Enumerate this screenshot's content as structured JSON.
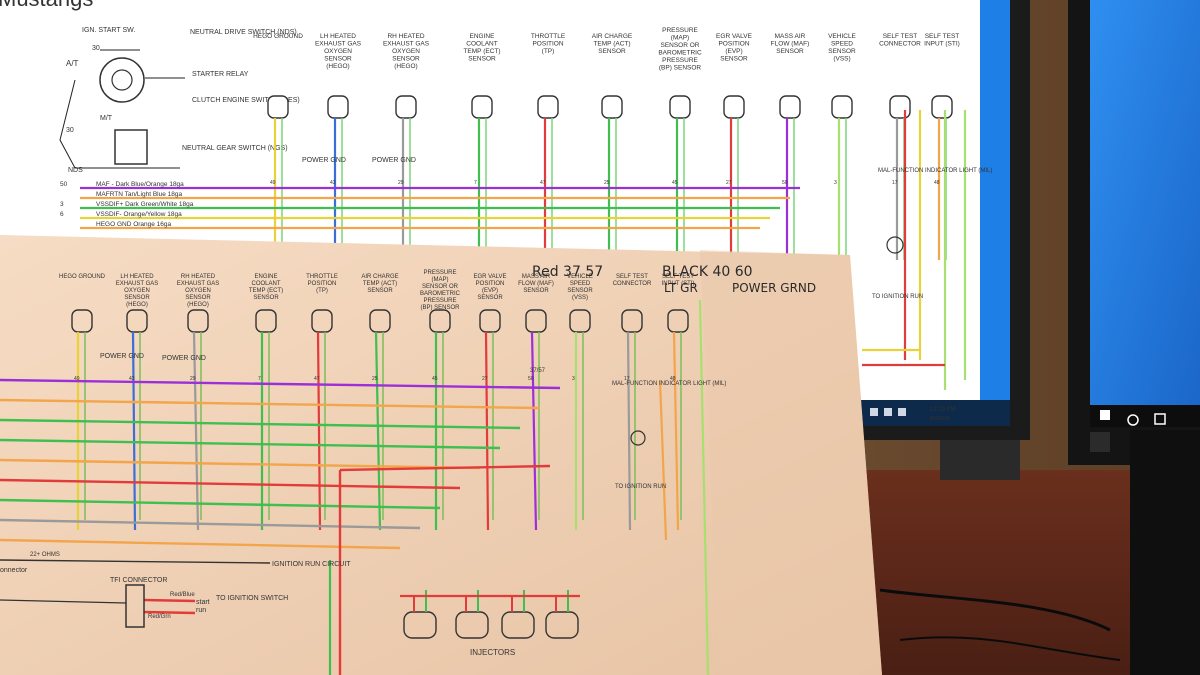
{
  "screen_title": "Mustangs",
  "switch_labels": {
    "ign_start": "IGN. START SW.",
    "neutral_drive": "NEUTRAL DRIVE SWITCH (NDS)",
    "starter_relay": "STARTER RELAY",
    "clutch": "CLUTCH ENGINE SWITCH (CES)",
    "neutral_gear": "NEUTRAL GEAR SWITCH (NGS)",
    "at": "A/T",
    "mt": "M/T",
    "nds": "NDS",
    "num_30a": "30",
    "num_30b": "30"
  },
  "sensors": [
    {
      "label": "HEGO GROUND",
      "pin": "49"
    },
    {
      "label": "LH HEATED EXHAUST GAS OXYGEN SENSOR (HEGO)",
      "pin": "43"
    },
    {
      "label": "RH HEATED EXHAUST GAS OXYGEN SENSOR (HEGO)",
      "pin": "29"
    },
    {
      "label": "ENGINE COOLANT TEMP (ECT) SENSOR",
      "pin": "7"
    },
    {
      "label": "THROTTLE POSITION (TP)",
      "pin": "47"
    },
    {
      "label": "AIR CHARGE TEMP (ACT) SENSOR",
      "pin": "25"
    },
    {
      "label": "PRESSURE (MAP) SENSOR OR BAROMETRIC PRESSURE (BP) SENSOR",
      "pin": "45"
    },
    {
      "label": "EGR VALVE POSITION (EVP) SENSOR",
      "pin": "27"
    },
    {
      "label": "MASS AIR FLOW (MAF) SENSOR",
      "pin": "50"
    },
    {
      "label": "VEHICLE SPEED SENSOR (VSS)",
      "pin": "3"
    },
    {
      "label": "SELF TEST CONNECTOR",
      "pin": "17"
    },
    {
      "label": "SELF TEST INPUT (STI)",
      "pin": "48"
    }
  ],
  "power_gnd": "POWER GND",
  "mil_label": "MAL-FUNCTION INDICATOR LIGHT (MIL)",
  "to_ignition_run": "TO IGNITION RUN",
  "wires": [
    {
      "num": "50",
      "desc": "MAF - Dark Blue/Orange 18ga"
    },
    {
      "num": "",
      "desc": "MAFRTN Tan/Light Blue 18ga"
    },
    {
      "num": "3",
      "desc": "VSSDIF+ Dark Green/White 18ga"
    },
    {
      "num": "6",
      "desc": "VSSDIF- Orange/Yellow 18ga"
    },
    {
      "num": "",
      "desc": "HEGO GND Orange 16ga"
    }
  ],
  "paper": {
    "ignition_run_circuit": "IGNITION RUN CIRCUIT",
    "tfi_connector": "TFI CONNECTOR",
    "to_ignition_switch": "TO IGNITION SWITCH",
    "start": "start",
    "run": "run",
    "red_blue": "Red/Blue",
    "red_grn": "Red/Grn",
    "injectors": "INJECTORS",
    "connector": "onnector",
    "resistor": "22+ OHMS",
    "ohm_mark": "37/57",
    "handwritten_1": "Red 37 57",
    "handwritten_2": "BLACK 40 60",
    "handwritten_3": "LT GR",
    "handwritten_4": "POWER GRND"
  },
  "taskbar": {
    "time": "12:29 PM",
    "date": "8/3/2016"
  },
  "colors": {
    "wire_purple": "#9b30d9",
    "wire_orange": "#f2a54a",
    "wire_green": "#3fbf4f",
    "wire_yellow": "#e8d23a",
    "wire_red": "#e23b3b",
    "wire_blue": "#3a6fd8",
    "wire_lightgreen": "#a8e070",
    "wire_gray": "#9a9a9a",
    "screen_accent": "#1e7fe6"
  }
}
